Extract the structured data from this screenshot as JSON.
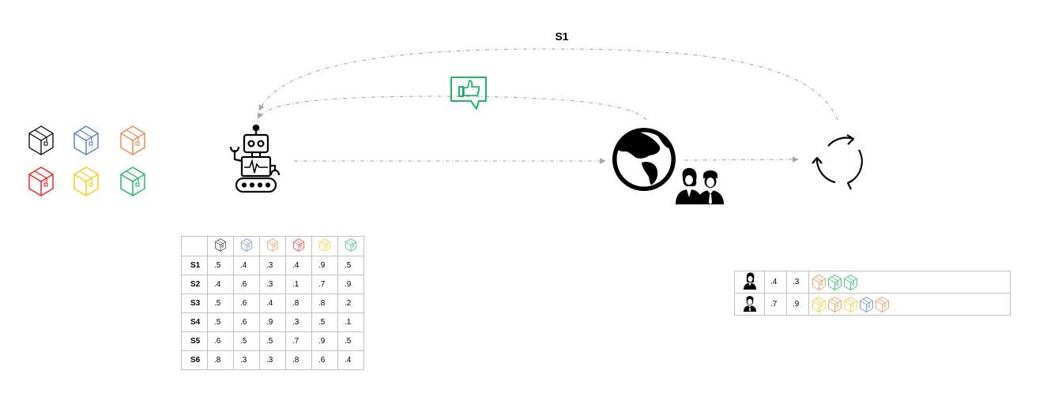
{
  "loop_label": "S1",
  "box_colors": [
    "#000000",
    "#4472c4",
    "#ed7d31",
    "#ff0000",
    "#ffc000",
    "#00b050"
  ],
  "icons": {
    "robot": "robot-icon",
    "feedback": "thumbs-up-chat-icon",
    "world": "globe-icon",
    "users": "users-icon",
    "cycle": "refresh-cycle-icon"
  },
  "accent_green": "#00b050",
  "scores_table": {
    "rows": [
      {
        "label": "S1",
        "values": [
          ".5",
          ".4",
          ".3",
          ".4",
          ".9",
          ".5"
        ]
      },
      {
        "label": "S2",
        "values": [
          ".4",
          ".6",
          ".3",
          ".1",
          ".7",
          ".9"
        ]
      },
      {
        "label": "S3",
        "values": [
          ".5",
          ".6",
          ".4",
          ".8",
          ".8",
          ".2"
        ]
      },
      {
        "label": "S4",
        "values": [
          ".5",
          ".6",
          ".9",
          ".3",
          ".5",
          ".1"
        ]
      },
      {
        "label": "S5",
        "values": [
          ".6",
          ".5",
          ".5",
          ".7",
          ".9",
          ".5"
        ]
      },
      {
        "label": "S6",
        "values": [
          ".8",
          ".3",
          ".3",
          ".8",
          ".6",
          ".4"
        ]
      }
    ]
  },
  "users_table": {
    "rows": [
      {
        "avatar": "female-user-icon",
        "a": ".4",
        "b": ".3",
        "boxes": [
          "#ed7d31",
          "#00b050",
          "#00b050"
        ]
      },
      {
        "avatar": "male-user-icon",
        "a": ".7",
        "b": ".9",
        "boxes": [
          "#ffc000",
          "#ed7d31",
          "#ffc000",
          "#4472c4",
          "#ed7d31"
        ]
      }
    ]
  }
}
